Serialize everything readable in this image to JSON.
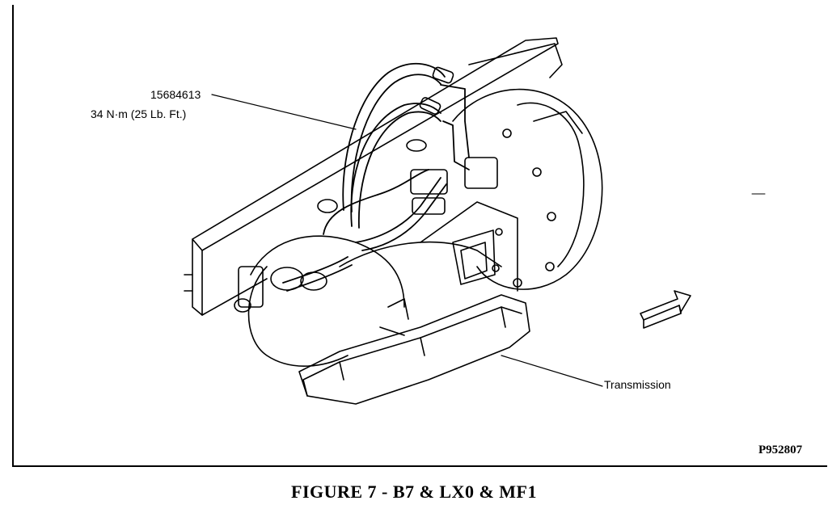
{
  "callouts": {
    "part_number": "15684613",
    "torque": "34 N·m (25 Lb. Ft.)",
    "transmission": "Transmission"
  },
  "drawing_id": "P952807",
  "caption": "FIGURE 7 - B7 & LX0 & MF1",
  "icons": {
    "direction_arrow": "front-direction-arrow-icon"
  }
}
